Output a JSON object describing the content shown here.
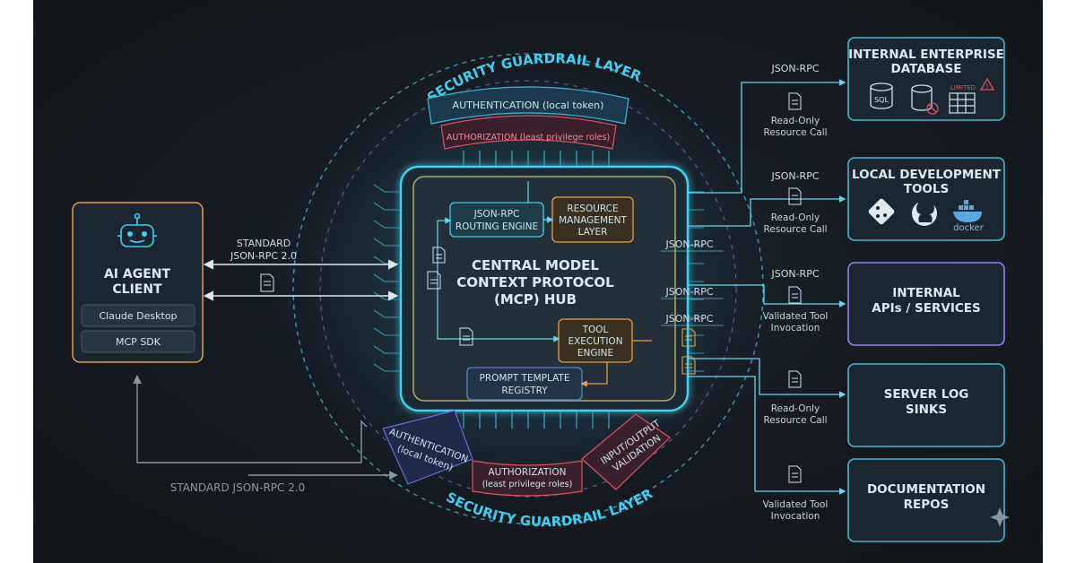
{
  "client": {
    "title_line1": "AI AGENT",
    "title_line2": "CLIENT",
    "items": [
      "Claude Desktop",
      "MCP SDK"
    ]
  },
  "client_links": {
    "standard_line1": "STANDARD",
    "standard_line2": "JSON-RPC 2.0",
    "bottom_label": "STANDARD JSON-RPC 2.0"
  },
  "hub": {
    "title_lines": [
      "CENTRAL MODEL",
      "CONTEXT PROTOCOL",
      "(MCP) HUB"
    ],
    "routing": [
      "JSON-RPC",
      "ROUTING ENGINE"
    ],
    "resource": [
      "RESOURCE",
      "MANAGEMENT",
      "LAYER"
    ],
    "tool": [
      "TOOL",
      "EXECUTION",
      "ENGINE"
    ],
    "prompt": [
      "PROMPT TEMPLATE",
      "REGISTRY"
    ]
  },
  "guardrail": {
    "ring_label": "SECURITY GUARDRAIL LAYER",
    "top_auth": "AUTHENTICATION (local token)",
    "top_authz": "AUTHORIZATION (least privilege roles)",
    "bottom_auth": [
      "AUTHENTICATION",
      "(local token)"
    ],
    "bottom_authz": [
      "AUTHORIZATION",
      "(least privilege roles)"
    ],
    "bottom_validation": [
      "INPUT/OUTPUT",
      "VALIDATION"
    ]
  },
  "flows": [
    {
      "protocol": "JSON-RPC",
      "call": [
        "Read-Only",
        "Resource Call"
      ]
    },
    {
      "protocol": "JSON-RPC",
      "call": [
        "Read-Only",
        "Resource Call"
      ]
    },
    {
      "protocol": "JSON-RPC",
      "call": [
        "Validated Tool",
        "Invocation"
      ]
    },
    {
      "protocol": "",
      "call": [
        "Read-Only",
        "Resource Call"
      ]
    },
    {
      "protocol": "",
      "call": [
        "Validated Tool",
        "Invocation"
      ]
    }
  ],
  "hub_protocol_labels": [
    "JSON-RPC",
    "JSON-RPC",
    "JSON-RPC"
  ],
  "targets": [
    {
      "title": [
        "INTERNAL ENTERPRISE",
        "DATABASE"
      ],
      "color": "#3fb8d8",
      "sql": "SQL",
      "limited": "LIMITED"
    },
    {
      "title": [
        "LOCAL DEVELOPMENT",
        "TOOLS"
      ],
      "color": "#3fb8d8",
      "docker": "docker"
    },
    {
      "title": [
        "INTERNAL",
        "APIs / SERVICES"
      ],
      "color": "#9b7df0"
    },
    {
      "title": [
        "SERVER LOG",
        "SINKS"
      ],
      "color": "#3fb8d8"
    },
    {
      "title": [
        "DOCUMENTATION",
        "REPOS"
      ],
      "color": "#3fb8d8"
    }
  ],
  "colors": {
    "cyan": "#3fd0f0",
    "orange": "#e8a040",
    "purple": "#9b7df0",
    "red": "#e05060"
  }
}
